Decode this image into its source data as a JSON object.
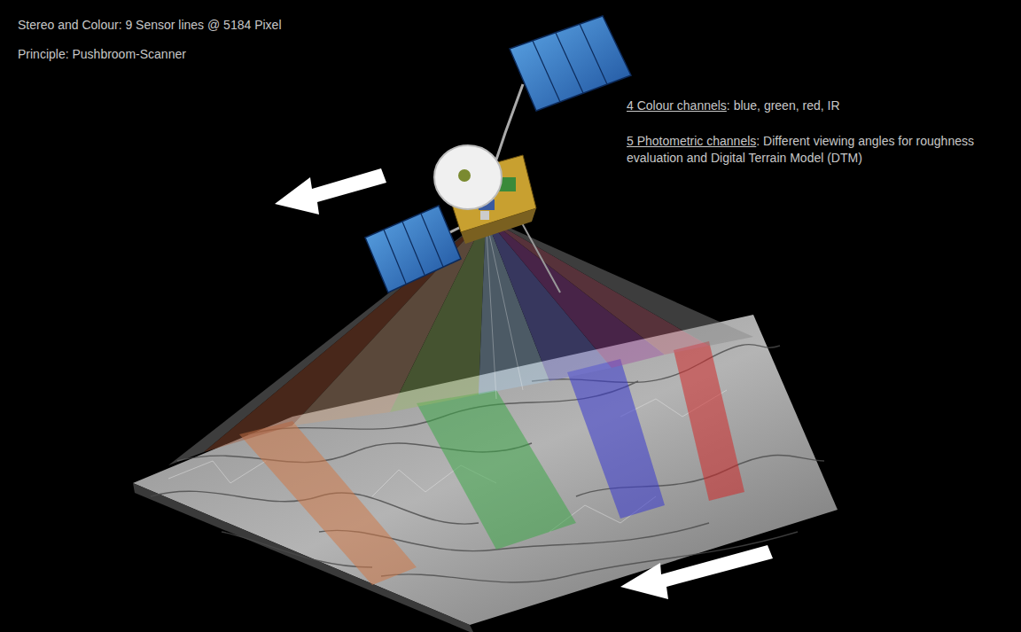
{
  "diagram": {
    "labels": [
      "Stereo and Colour: 9 Sensor lines @ 5184 Pixel",
      "Principle: Pushbroom-Scanner",
      "4 Colour channels",
      ": blue, green, red, IR",
      "5 Photometric channels",
      ": Different viewing angles for roughness evaluation and Digital Terrain Model (DTM)"
    ]
  }
}
